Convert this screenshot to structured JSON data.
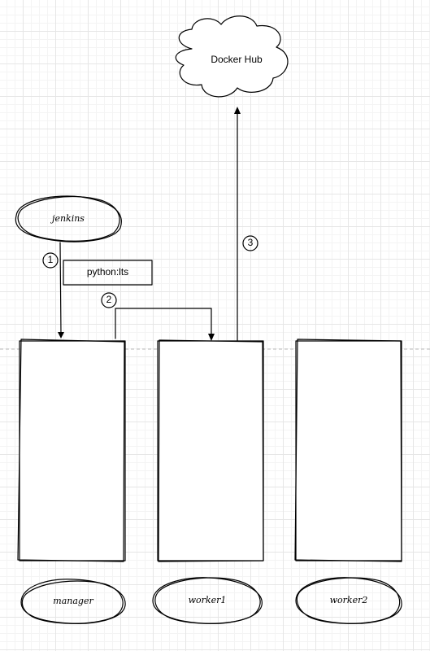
{
  "cloud": {
    "label": "Docker Hub"
  },
  "nodes": {
    "jenkins": "jenkins",
    "manager": "manager",
    "worker1": "worker1",
    "worker2": "worker2"
  },
  "image_box": {
    "label": "python:lts"
  },
  "steps": [
    "1",
    "2",
    "3"
  ]
}
